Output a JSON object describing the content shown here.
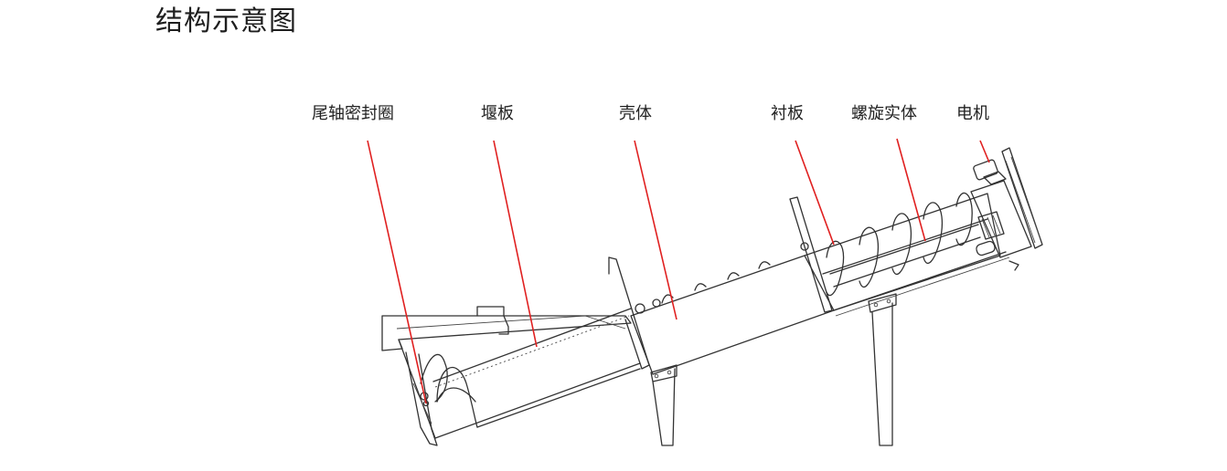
{
  "title": "结构示意图",
  "labels": {
    "tail_seal": "尾轴密封圈",
    "weir_plate": "堰板",
    "housing": "壳体",
    "liner": "衬板",
    "screw": "螺旋实体",
    "motor": "电机"
  },
  "colors": {
    "leader_line": "#e02020",
    "outline": "#333333",
    "background": "#ffffff"
  }
}
